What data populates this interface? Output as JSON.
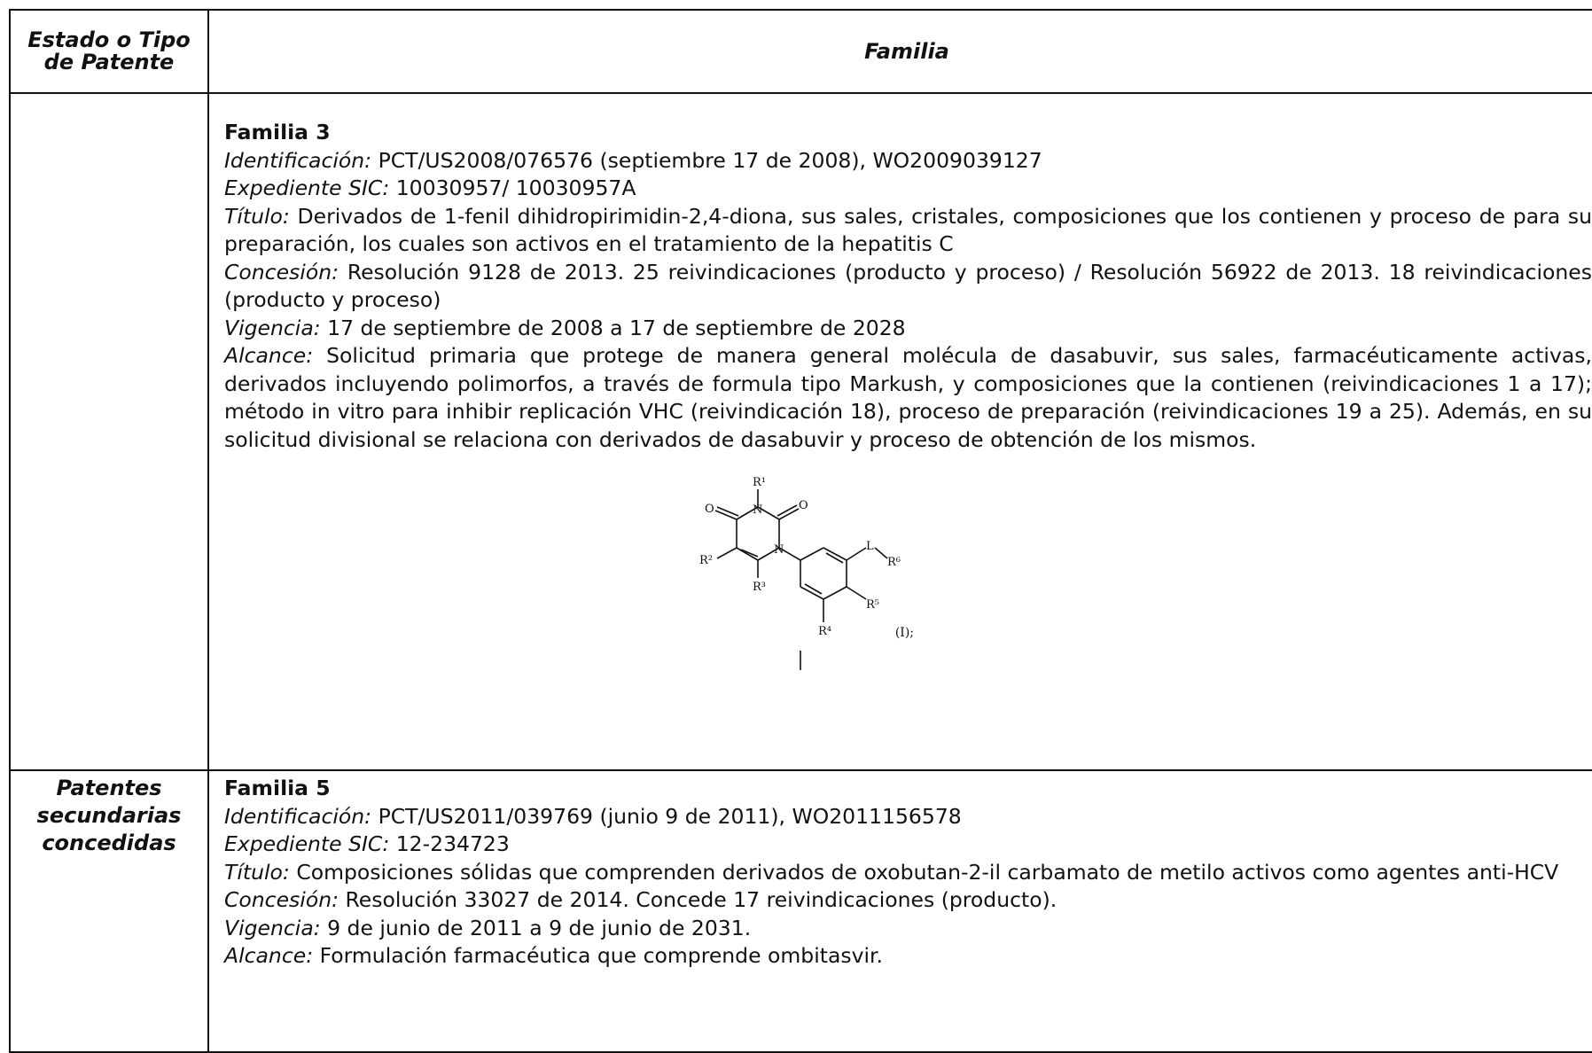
{
  "table": {
    "header": {
      "left": "Estado o Tipo de Patente",
      "right": "Familia"
    },
    "rows": [
      {
        "estado": "",
        "familia": {
          "title": "Familia 3",
          "identificacion_label": "Identificación:",
          "identificacion_value": "PCT/US2008/076576 (septiembre 17 de 2008), WO2009039127",
          "expediente_label": "Expediente SIC:",
          "expediente_value": "10030957/ 10030957A",
          "titulo_label": "Título:",
          "titulo_value": "Derivados de 1-fenil dihidropirimidin-2,4-diona, sus sales, cristales, composiciones que los contienen y proceso de para su preparación, los cuales son activos en el tratamiento de la hepatitis C",
          "concesion_label": "Concesión:",
          "concesion_value": "Resolución 9128 de 2013. 25 reivindicaciones (producto y proceso) / Resolución 56922 de 2013. 18 reivindicaciones (producto y proceso)",
          "vigencia_label": "Vigencia:",
          "vigencia_value": "17 de septiembre de 2008 a 17 de septiembre de 2028",
          "alcance_label": "Alcance:",
          "alcance_value": "Solicitud primaria que protege de manera general molécula de dasabuvir, sus sales, farmacéuticamente activas, derivados incluyendo polimorfos, a través de formula tipo Markush, y composiciones que la contienen (reivindicaciones 1 a 17); método in vitro para inhibir replicación VHC (reivindicación 18), proceso de preparación (reivindicaciones 19 a 25). Además, en su solicitud divisional se relaciona con derivados de dasabuvir y proceso de obtención de los mismos.",
          "structure": {
            "r1": "R¹",
            "r2": "R²",
            "r3": "R³",
            "r4": "R⁴",
            "r5": "R⁵",
            "r6": "R⁶",
            "n_top": "N",
            "n_ring": "N",
            "o_left": "O",
            "o_right": "O",
            "linker": "L",
            "formula_label": "(I);"
          }
        }
      },
      {
        "estado": "Patentes secundarias concedidas",
        "familia": {
          "title": "Familia 5",
          "identificacion_label": "Identificación:",
          "identificacion_value": "PCT/US2011/039769 (junio 9 de 2011), WO2011156578",
          "expediente_label": "Expediente SIC:",
          "expediente_value": "12-234723",
          "titulo_label": "Título:",
          "titulo_value": "Composiciones sólidas que comprenden derivados de oxobutan-2-il carbamato de metilo activos como agentes anti-HCV",
          "concesion_label": "Concesión:",
          "concesion_value": "Resolución 33027 de 2014. Concede 17 reivindicaciones (producto).",
          "vigencia_label": "Vigencia:",
          "vigencia_value": "9 de junio de 2011 a 9 de junio de 2031.",
          "alcance_label": "Alcance:",
          "alcance_value": "Formulación farmacéutica que comprende ombitasvir."
        }
      }
    ]
  }
}
